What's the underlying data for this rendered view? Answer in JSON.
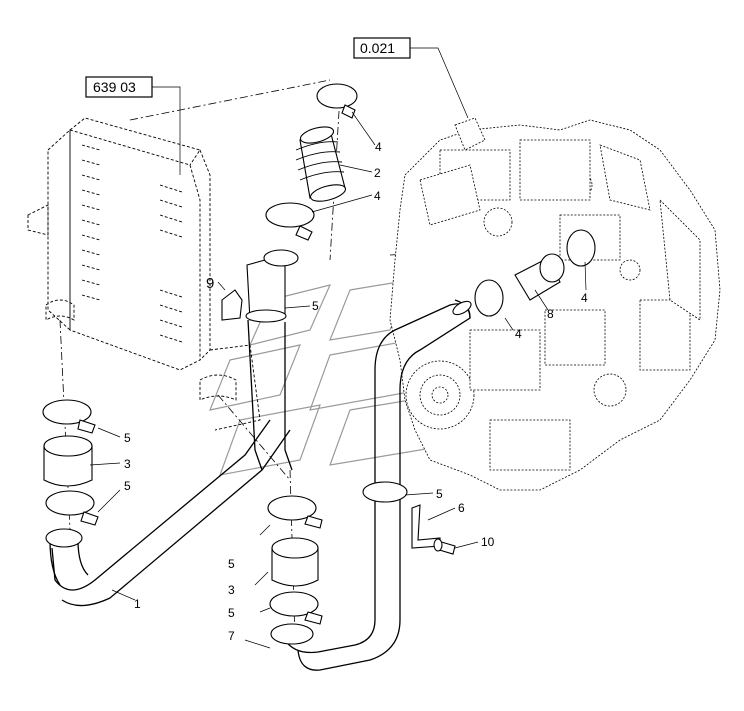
{
  "reference_boxes": {
    "radiator_ref": "639 03",
    "engine_ref": "0.021"
  },
  "callouts": [
    {
      "id": "c1",
      "text": "1"
    },
    {
      "id": "c2",
      "text": "2"
    },
    {
      "id": "c3a",
      "text": "3"
    },
    {
      "id": "c3b",
      "text": "3"
    },
    {
      "id": "c4a",
      "text": "4"
    },
    {
      "id": "c4b",
      "text": "4"
    },
    {
      "id": "c4c",
      "text": "4"
    },
    {
      "id": "c4d",
      "text": "4"
    },
    {
      "id": "c5a",
      "text": "5"
    },
    {
      "id": "c5b",
      "text": "5"
    },
    {
      "id": "c5c",
      "text": "5"
    },
    {
      "id": "c5d",
      "text": "5"
    },
    {
      "id": "c5e",
      "text": "5"
    },
    {
      "id": "c5f",
      "text": "5"
    },
    {
      "id": "c6",
      "text": "6"
    },
    {
      "id": "c7",
      "text": "7"
    },
    {
      "id": "c8",
      "text": "8"
    },
    {
      "id": "c9",
      "text": "9"
    },
    {
      "id": "c10",
      "text": "10"
    }
  ]
}
